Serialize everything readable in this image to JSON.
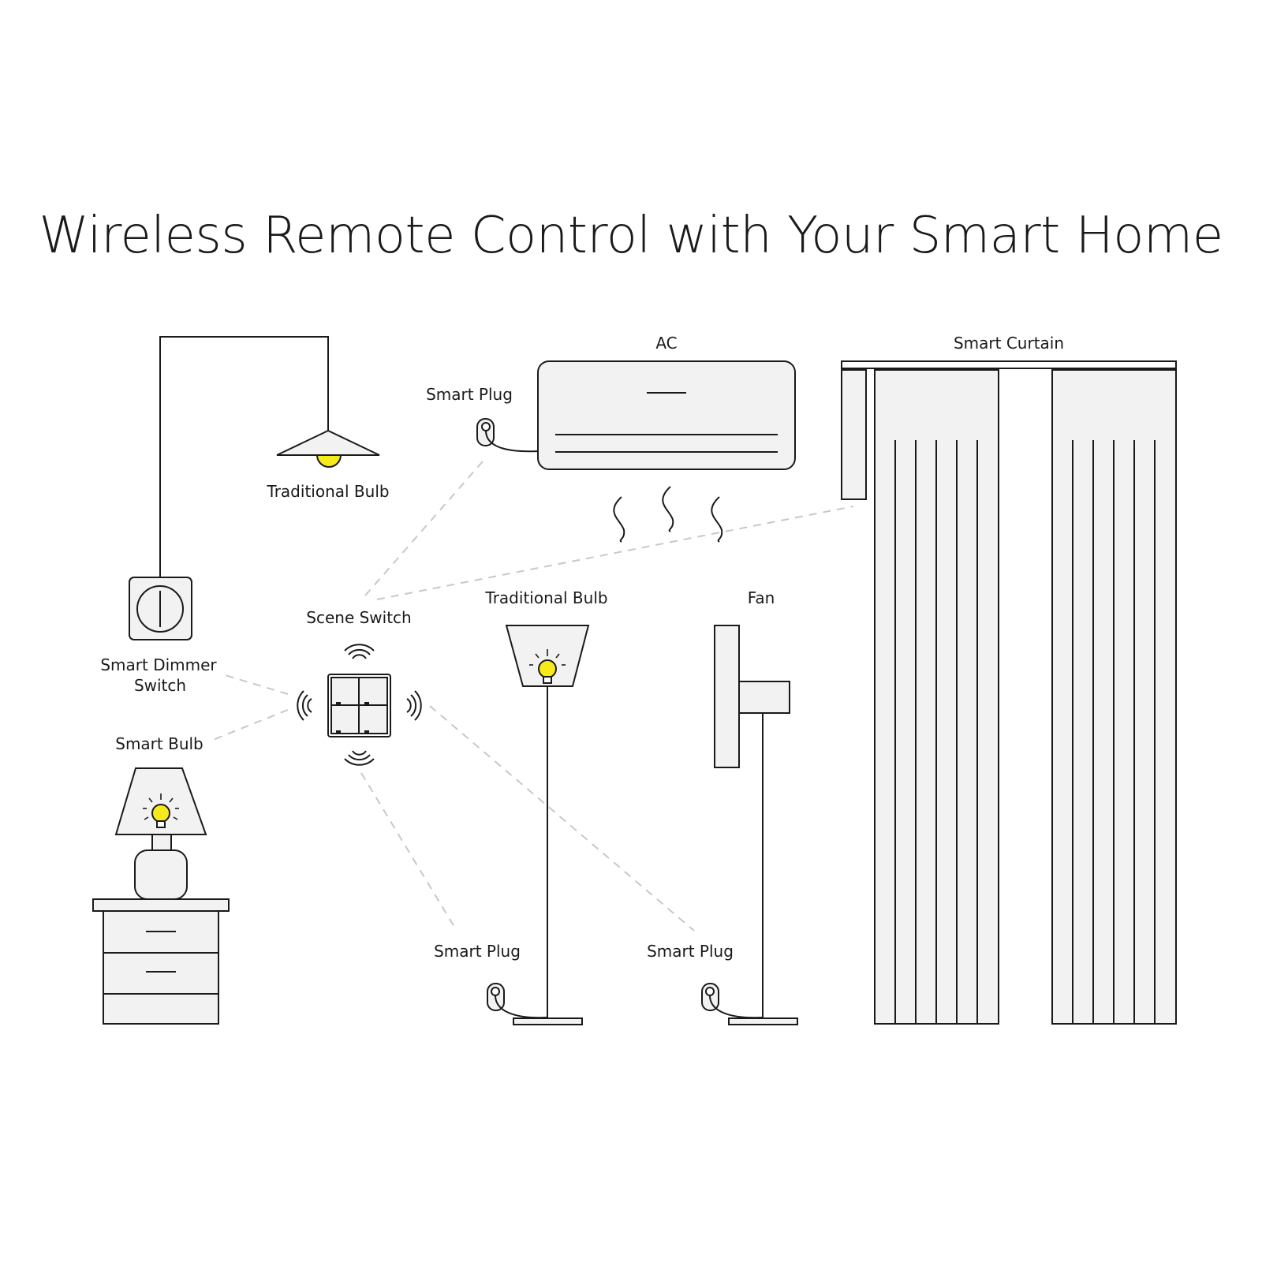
{
  "title": "Wireless Remote Control with Your Smart Home",
  "labels": {
    "traditional_bulb_ceiling": "Traditional Bulb",
    "smart_plug_ac": "Smart Plug",
    "ac": "AC",
    "smart_curtain": "Smart Curtain",
    "smart_dimmer_switch_line1": "Smart Dimmer",
    "smart_dimmer_switch_line2": "Switch",
    "scene_switch": "Scene Switch",
    "traditional_bulb_floor": "Traditional Bulb",
    "fan": "Fan",
    "smart_bulb": "Smart Bulb",
    "smart_plug_floor_lamp": "Smart Plug",
    "smart_plug_fan": "Smart Plug"
  },
  "colors": {
    "line": "#1a1a1a",
    "fill": "#f2f2f2",
    "bulb": "#f7ea1a",
    "dashed": "#c8c8c8"
  },
  "icons": [
    "pendant-lamp-icon",
    "air-conditioner-icon",
    "smart-plug-icon",
    "curtain-icon",
    "dimmer-switch-icon",
    "scene-switch-icon",
    "wireless-signal-icon",
    "floor-lamp-icon",
    "fan-icon",
    "table-lamp-icon",
    "nightstand-icon",
    "light-bulb-icon"
  ]
}
